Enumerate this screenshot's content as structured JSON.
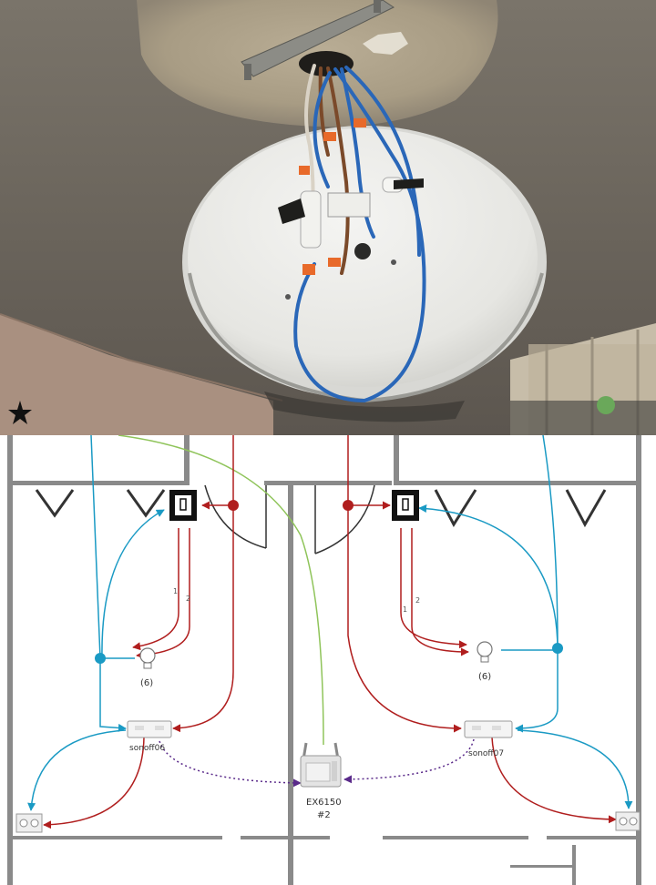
{
  "photo": {
    "description_icon": "ceiling-lamp-wiring-photo"
  },
  "diagram": {
    "wire_labels": {
      "left_wire_1": "1",
      "left_wire_2": "2",
      "right_wire_1": "1",
      "right_wire_2": "2"
    },
    "left_lamp_label": "(6)",
    "right_lamp_label": "(6)",
    "left_relay_label": "sonoff06",
    "right_relay_label": "sonoff07",
    "extender_label_line1": "EX6150",
    "extender_label_line2": "#2",
    "colors": {
      "live_wire": "#b01e1e",
      "neutral_wire": "#1a9ac4",
      "network_wire": "#8fc45a",
      "wifi_link": "#5a2a8a",
      "wall": "#8a8a8a",
      "door": "#333333"
    }
  }
}
